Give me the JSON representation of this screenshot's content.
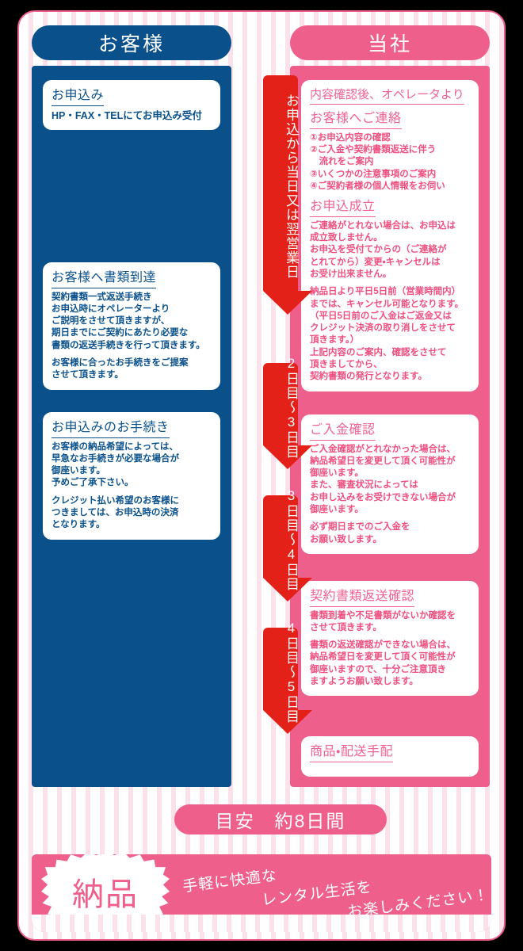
{
  "headers": {
    "customer": "お客様",
    "company": "当社"
  },
  "customer_boxes": [
    {
      "title": "お申込み",
      "body": "HP・FAX・TELにてお申込み受付",
      "body2": ""
    },
    {
      "title": "お客様へ書類到達",
      "body": "契約書類一式返送手続き\nお申込時にオペレーターより\nご説明をさせて頂きますが、\n期日までにご契約にあたり必要な\n書類の返送手続きを行って頂きます。",
      "body2": "お客様に合ったお手続きをご提案\nさせて頂きます。"
    },
    {
      "title": "お申込みのお手続き",
      "body": "お客様の納品希望によっては、\n早急なお手続きが必要な場合が\n御座います。\n予めご了承下さい。",
      "body2": "クレジット払い希望のお客様に\nつきましては、お申込時の決済\nとなります。"
    }
  ],
  "company_boxes": [
    {
      "title": "内容確認後、オペレータより",
      "title2": "お客様へご連絡",
      "body": "①お申込内容の確認\n②ご入金や契約書類返送に伴う\n　流れをご案内\n③いくつかの注意事項のご案内\n④ご契約者様の個人情報をお伺い",
      "title3": "お申込成立",
      "body2": "ご連絡がとれない場合は、お申込は\n成立致しません。\nお申込を受付てからの（ご連絡が\nとれてから）変更・キャンセルは\nお受け出来ません。",
      "body3": "納品日より平日5日前（営業時間内）\nまでは、キャンセル可能となります。\n（平日5日前のご入金はご返金又は\nクレジット決済の取り消しをさせて\n頂きます。）\n上記内容のご案内、確認をさせて\n頂きましてから、\n契約書類の発行となります。"
    },
    {
      "title": "ご入金確認",
      "body": "ご入金確認がとれなかった場合は、\n納品希望日を変更して頂く可能性が\n御座います。\nまた、審査状況によっては\nお申し込みをお受けできない場合が\n御座います。",
      "body2": "必ず期日までのご入金を\nお願い致します。"
    },
    {
      "title": "契約書類返送確認",
      "body": "書類到着や不足書類がないか確認を\nさせて頂きます。",
      "body2": "書類の返送確認ができない場合は、\n納品希望日を変更して頂く可能性が\n御座いますので、十分ご注意頂き\nますようお願い致します。"
    },
    {
      "title": "商品・配送手配",
      "body": "",
      "body2": ""
    }
  ],
  "arrows": [
    {
      "label": "お申込から当日又は翌営業日"
    },
    {
      "label": "2日目〜3日目"
    },
    {
      "label": "3日目〜4日目"
    },
    {
      "label": "4日目〜5日目"
    }
  ],
  "summary": "目安　約8日間",
  "banner": {
    "burst_label": "納品",
    "tagline_line1": "手軽に快適な",
    "tagline_line2": "レンタル生活を",
    "tagline_line3": "お楽しみください！"
  },
  "colors": {
    "navy": "#0a518c",
    "pink": "#ef5f8c",
    "pink_text": "#f06292",
    "red": "#e32119",
    "stripe": "#fbe2ea",
    "white": "#ffffff"
  }
}
